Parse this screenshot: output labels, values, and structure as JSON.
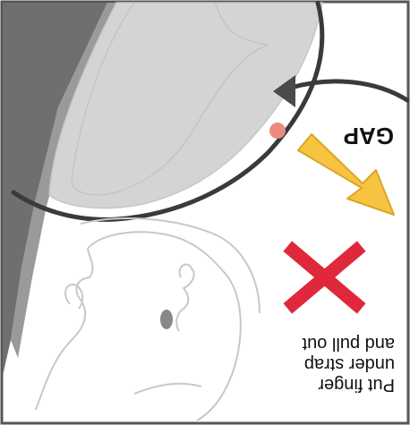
{
  "image": {
    "orientation": "upside-down",
    "labels": {
      "gap": "GAP",
      "instruction": [
        "Put finger",
        "under strap",
        "and pull out"
      ]
    },
    "colors": {
      "frame": "#555555",
      "seat_dark": "#6f6f6f",
      "seat_mid": "#9a9a9a",
      "strap_fill": "#d4d4d4",
      "strap_inner": "#cfcfcf",
      "line_art": "#c8c8c8",
      "ear": "#888888",
      "cross": "#e0283c",
      "arrow_yellow": "#f6c440",
      "arrow_yellow_stroke": "#d9a52a",
      "gap_dot": "#ec8b80",
      "dark_line": "#3a3a3a",
      "arrow_head": "#4a4a4a"
    },
    "icons": [
      "x-cross-icon",
      "yellow-arrow-icon",
      "curved-arrow-icon",
      "gap-dot-icon"
    ]
  }
}
